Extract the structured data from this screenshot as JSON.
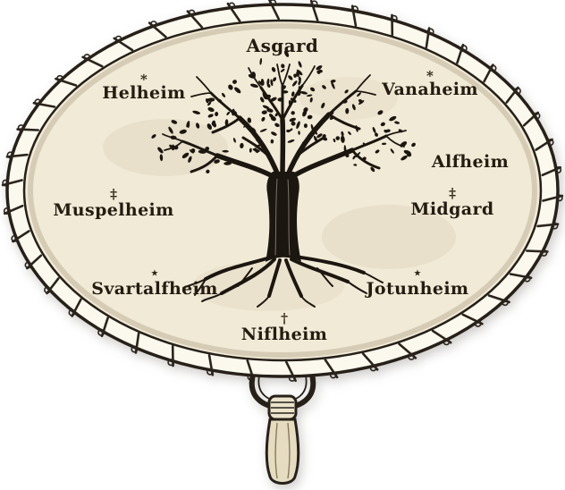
{
  "realms": [
    {
      "name": "Asgard",
      "rune": ""
    },
    {
      "name": "Helheim",
      "rune": "∗"
    },
    {
      "name": "Vanaheim",
      "rune": "∗"
    },
    {
      "name": "Alfheim",
      "rune": ""
    },
    {
      "name": "Midgard",
      "rune": "‡"
    },
    {
      "name": "Muspelheim",
      "rune": "‡"
    },
    {
      "name": "Svartalfheim",
      "rune": "⋆"
    },
    {
      "name": "Jotunheim",
      "rune": "⋆"
    },
    {
      "name": "Niflheim",
      "rune": "†"
    }
  ],
  "illustration": {
    "drum": "shaman-frame-drum",
    "tree": "yggdrasil-world-tree",
    "handle": "wooden-drum-handle",
    "stitching": "rawhide-lacing"
  },
  "colors": {
    "parchment": "#f1ead6",
    "rim": "#fbf8ee",
    "ink": "#1c1610",
    "outline": "#262019"
  }
}
